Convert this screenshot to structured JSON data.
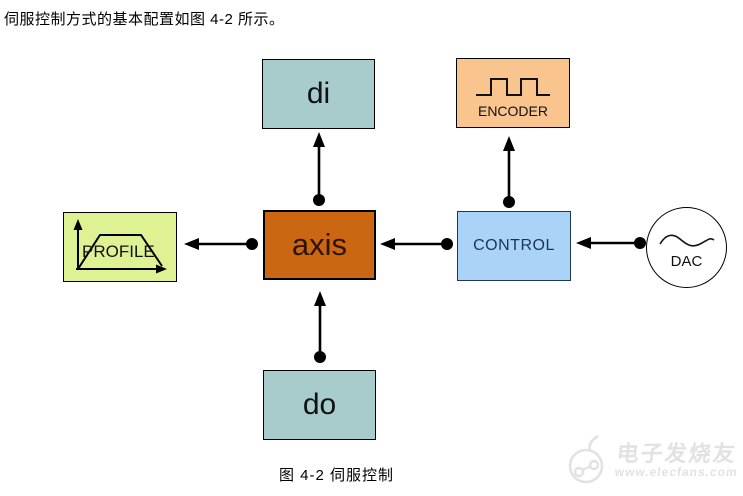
{
  "header": {
    "text": "伺服控制方式的基本配置如图 4-2 所示。"
  },
  "diagram": {
    "nodes": {
      "di": {
        "label": "di",
        "fill": "#a7cccb"
      },
      "encoder": {
        "label": "ENCODER",
        "fill": "#f9c48d",
        "icon": "square-wave-icon"
      },
      "axis": {
        "label": "axis",
        "fill": "#cb6712"
      },
      "control": {
        "label": "CONTROL",
        "fill": "#aad3f7"
      },
      "profile": {
        "label": "PROFILE",
        "fill": "#dff293",
        "icon": "velocity-profile-icon"
      },
      "dac": {
        "label": "DAC",
        "fill": "#ffffff",
        "icon": "sine-wave-icon"
      },
      "do": {
        "label": "do",
        "fill": "#a7cccb"
      }
    },
    "connections": [
      {
        "from": "axis",
        "to": "di"
      },
      {
        "from": "control",
        "to": "encoder"
      },
      {
        "from": "control",
        "to": "axis"
      },
      {
        "from": "axis",
        "to": "profile"
      },
      {
        "from": "dac",
        "to": "control"
      },
      {
        "from": "do",
        "to": "axis"
      }
    ],
    "arrow_color": "#000000"
  },
  "caption": {
    "text": "图 4-2 伺服控制"
  },
  "watermark": {
    "site_name": "电子发烧友",
    "site_url": "www.elecfans.com"
  }
}
